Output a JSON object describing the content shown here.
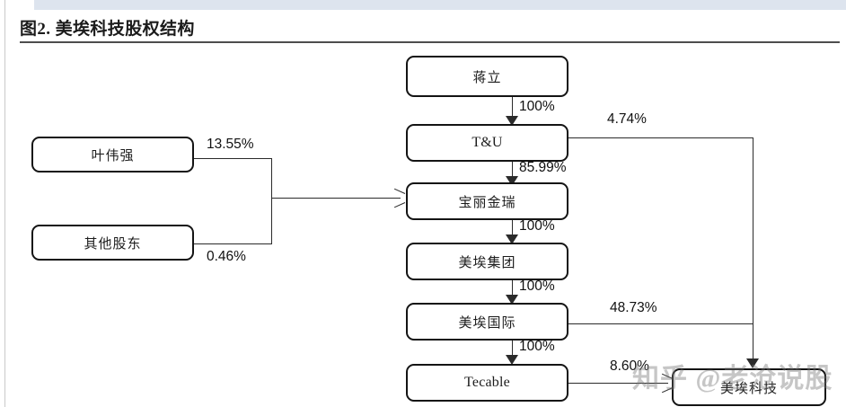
{
  "figure": {
    "title": "图2. 美埃科技股权结构"
  },
  "watermark": {
    "text": "知乎 @老沧说股"
  },
  "chart_data": {
    "type": "diagram",
    "title": "图2. 美埃科技股权结构",
    "nodes": [
      {
        "id": "jiangli",
        "label": "蒋立",
        "script": "cjk"
      },
      {
        "id": "tu",
        "label": "T&U",
        "script": "latin"
      },
      {
        "id": "baolijinrui",
        "label": "宝丽金瑞",
        "script": "cjk"
      },
      {
        "id": "meiaijituan",
        "label": "美埃集团",
        "script": "cjk"
      },
      {
        "id": "meaiguoji",
        "label": "美埃国际",
        "script": "cjk"
      },
      {
        "id": "tecable",
        "label": "Tecable",
        "script": "latin"
      },
      {
        "id": "yeweiqiang",
        "label": "叶伟强",
        "script": "cjk"
      },
      {
        "id": "qitagudong",
        "label": "其他股东",
        "script": "cjk"
      },
      {
        "id": "meaikeji",
        "label": "美埃科技",
        "script": "cjk"
      }
    ],
    "edges": [
      {
        "from": "jiangli",
        "to": "tu",
        "label": "100%"
      },
      {
        "from": "tu",
        "to": "baolijinrui",
        "label": "85.99%"
      },
      {
        "from": "baolijinrui",
        "to": "meiaijituan",
        "label": "100%"
      },
      {
        "from": "meiaijituan",
        "to": "meaiguoji",
        "label": "100%"
      },
      {
        "from": "meaiguoji",
        "to": "tecable",
        "label": "100%"
      },
      {
        "from": "tu",
        "to": "meaikeji",
        "label": "4.74%"
      },
      {
        "from": "meaiguoji",
        "to": "meaikeji",
        "label": "48.73%"
      },
      {
        "from": "tecable",
        "to": "meaikeji",
        "label": "8.60%"
      },
      {
        "from": "yeweiqiang",
        "to": "baolijinrui",
        "label": "13.55%"
      },
      {
        "from": "qitagudong",
        "to": "baolijinrui",
        "label": "0.46%"
      }
    ]
  }
}
